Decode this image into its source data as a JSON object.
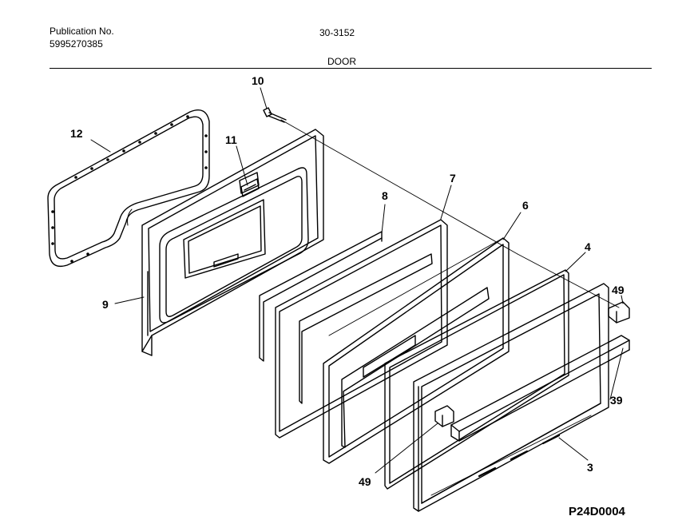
{
  "header": {
    "publication_label": "Publication No.",
    "publication_number": "5995270385",
    "document_code": "30-3152",
    "section_title": "DOOR"
  },
  "callouts": {
    "gasket": "12",
    "screw": "10",
    "bracket": "11",
    "inner_door_panel": "9",
    "insulation": "8",
    "inner_glass_frame": "7",
    "glass_retainer": "6",
    "outer_glass": "4",
    "handle_end_cap_right": "49",
    "handle": "39",
    "handle_end_cap_left": "49",
    "outer_door_frame": "3"
  },
  "footer": {
    "diagram_code": "P24D0004"
  }
}
